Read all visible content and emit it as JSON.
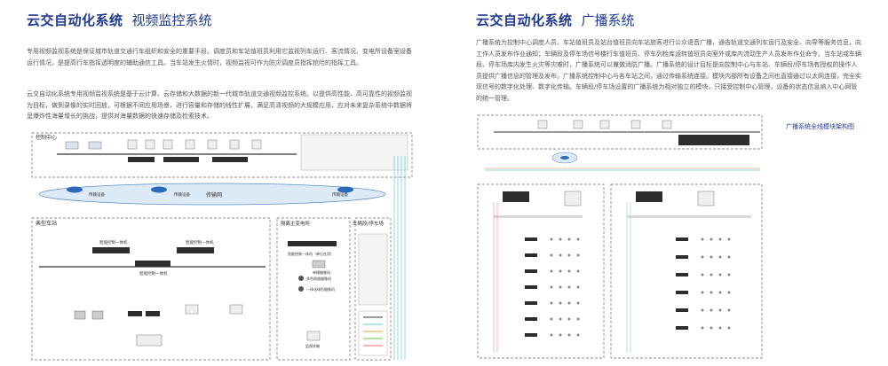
{
  "video": {
    "title_main": "云交自动化系统",
    "title_sub": "视频监控系统",
    "para1": "专用视频监视系统是保证城市轨道交通行车组织和安全的重要手段。调度员和车站值班员利用它监视列车运行、客流情况、变电所设备室设备运行情况，是提高行车指挥透明度的辅助通信工具。当车站发生火情时，视频监视可作为防灾调度员指挥抢险的指挥工具。",
    "para2": "云交自动化系统专用视频监视系统是基于云计算、云存储和大数据的新一代城市轨道交通视频监控系统。以提供高性能、高可靠性的视频监视为目标，做到录像的实时回放，可根据不同应用场景，进行容量和存储的线性扩展，满足高清视频的大规模应用，应对未来复杂系统中数据将呈爆炸性海量增长的挑战，提供对海量数据的快速存储及检索技术。",
    "labels": {
      "control_center": "控制中心",
      "transmission_network": "传输网",
      "transmission_device_left": "传输设备",
      "transmission_device_mid": "传输设备",
      "transmission_device_right": "传输设备",
      "typical_station": "典型车站",
      "substation": "隔离主变电所",
      "depot": "车辆段/停车场",
      "encoder_left": "智能控制一体机",
      "encoder_right": "智能控制一体机",
      "encoder_mid": "智能控制一体机",
      "sub_recorder": "智能控制一体机（单位在用）",
      "sub_camera": "单模摄像机",
      "sub_ipc": "多色网络摄像机",
      "sub_monitor": "一体化球形摄像机",
      "sub_terminal": "监视终端"
    }
  },
  "broadcast": {
    "title_main": "云交自动化系统",
    "title_sub": "广播系统",
    "para": "广播系统为控制中心调度人员、车站值班员及站台值班员向车站旅客进行公众语音广播，通告轨道交通列车运行及安全、向导等服务信息，向工作人员发布作业通知；车辆段及停车场信号楼行车值班员、停车列检库运转值班员向室外或库内流动生产人员发布作业命令。当车站或车辆段、停车场库内发生火灾等灾难时，广播系统可以兼做消防广播。广播系统的设计目标是向控制中心与车站、车辆段/停车场有授权的操作人员提供广播信息的管理及发布。广播系统控制中心与各车站之间，通过传输系统连接。模块内部所有设备之间也直接通过以太网连接，完全实现信号的数字化处理、数字化传输。车辆段/停车场设置的广播系统为相对独立的模块，只接受控制中心管理，设备的状态信息纳入中心网管的统一管理。",
    "caption": "广播系统全线模块架构图"
  },
  "colors": {
    "title": "#1f3a93",
    "text": "#555555",
    "network_blue": "#5b8ec9",
    "line_cyan": "#6cc5d8"
  }
}
